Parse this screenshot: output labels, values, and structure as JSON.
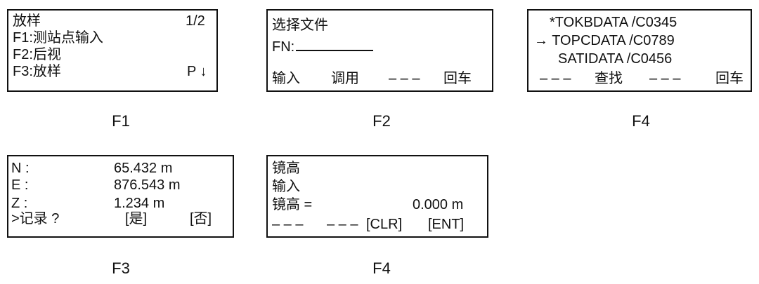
{
  "screens": {
    "s1": {
      "title": "放样",
      "page": "1/2",
      "line1": "F1:测站点输入",
      "line2": "F2:后视",
      "line3": "F3:放样",
      "more": "P ↓",
      "caption": "F1"
    },
    "s2": {
      "title": "选择文件",
      "fn_label": "FN:",
      "softkeys": [
        "输入",
        "调用",
        "– – –",
        "回车"
      ],
      "caption": "F2"
    },
    "s3": {
      "files": [
        "*TOKBDATA /C0345",
        "→ TOPCDATA /C0789",
        "SATIDATA /C0456"
      ],
      "softkeys": [
        "– – –",
        "查找",
        "– – –",
        "回车"
      ],
      "caption": "F4"
    },
    "s4": {
      "n_label": "N :",
      "n_value": "65.432 m",
      "e_label": "E :",
      "e_value": "876.543 m",
      "z_label": "Z :",
      "z_value": "1.234 m",
      "prompt": ">记录 ?",
      "yes": "[是]",
      "no": "[否]",
      "caption": "F3"
    },
    "s5": {
      "line1": "镜高",
      "line2": "输入",
      "height_label": "镜高 =",
      "height_value": "0.000 m",
      "softkeys": [
        "– – –",
        "– – –",
        "[CLR]",
        "[ENT]"
      ],
      "caption": "F4"
    }
  }
}
